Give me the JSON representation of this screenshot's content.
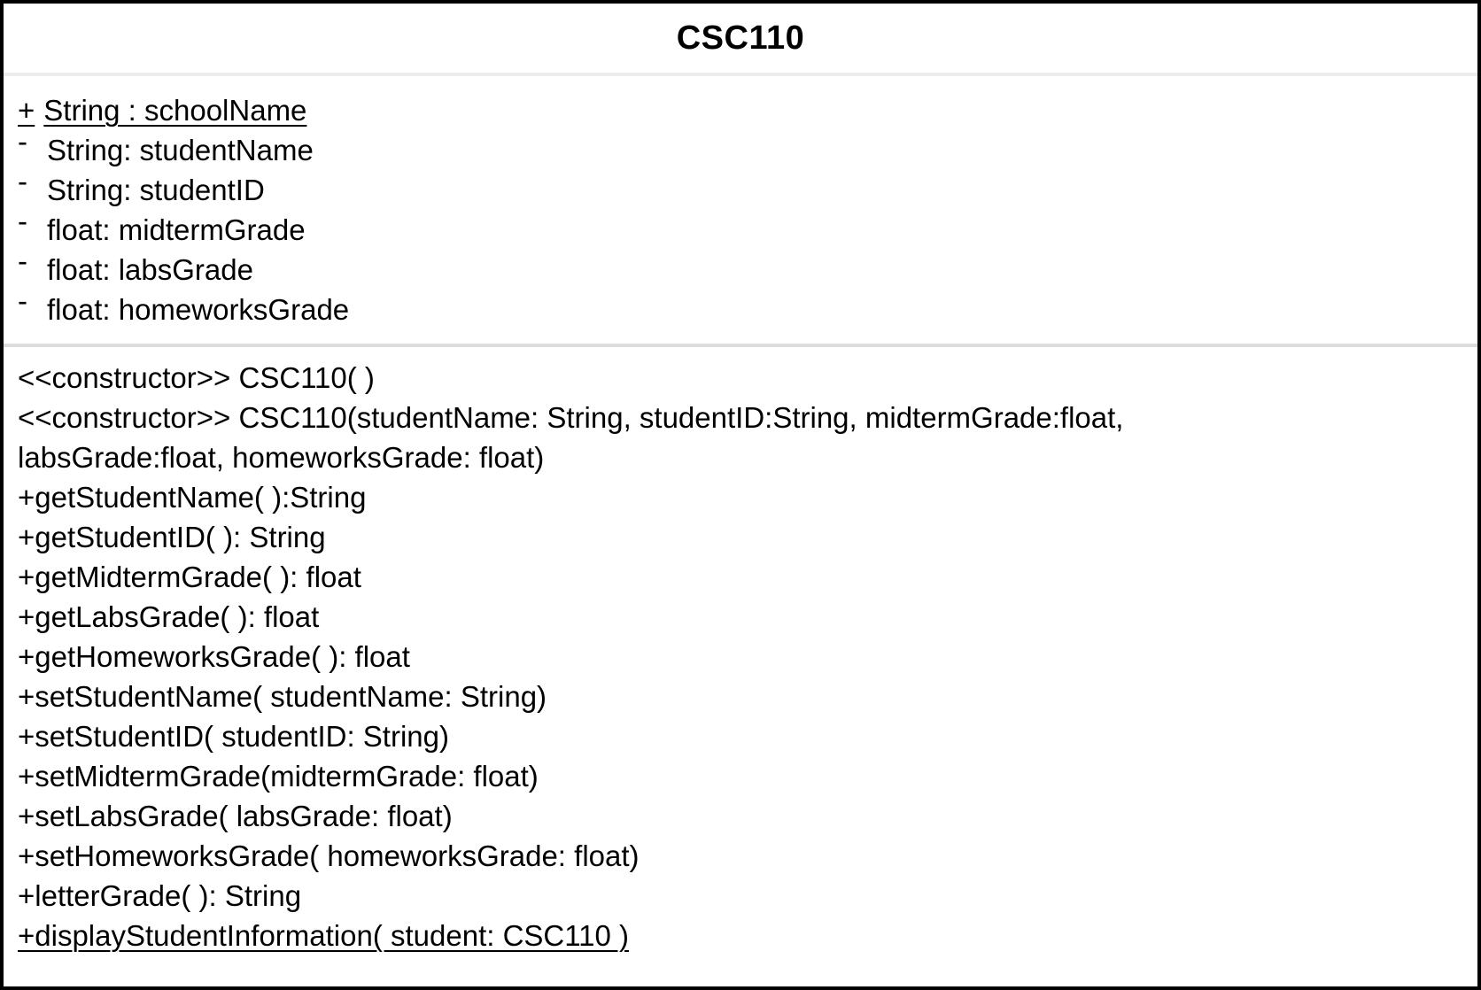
{
  "diagram": {
    "type": "uml-class",
    "title": "CSC110",
    "colors": {
      "border": "#000000",
      "text": "#000000",
      "background": "#ffffff",
      "divider_light": "#ededed",
      "divider_mid": "#dcdcdc"
    },
    "attributes": [
      {
        "marker": "+",
        "text": "String : schoolName",
        "underline": true
      },
      {
        "marker": "-",
        "text": "String: studentName",
        "underline": false
      },
      {
        "marker": "-",
        "text": "String: studentID",
        "underline": false
      },
      {
        "marker": "-",
        "text": "float: midtermGrade",
        "underline": false
      },
      {
        "marker": "-",
        "text": "float: labsGrade",
        "underline": false
      },
      {
        "marker": "-",
        "text": "float: homeworksGrade",
        "underline": false
      }
    ],
    "methods": [
      {
        "text": "<<constructor>> CSC110( )",
        "underline": false
      },
      {
        "text": "<<constructor>> CSC110(studentName: String, studentID:String, midtermGrade:float, labsGrade:float, homeworksGrade: float)",
        "underline": false
      },
      {
        "text": "+getStudentName( ):String",
        "underline": false
      },
      {
        "text": "+getStudentID( ): String",
        "underline": false
      },
      {
        "text": "+getMidtermGrade( ): float",
        "underline": false
      },
      {
        "text": "+getLabsGrade( ): float",
        "underline": false
      },
      {
        "text": "+getHomeworksGrade( ): float",
        "underline": false
      },
      {
        "text": "+setStudentName( studentName: String)",
        "underline": false
      },
      {
        "text": "+setStudentID( studentID: String)",
        "underline": false
      },
      {
        "text": "+setMidtermGrade(midtermGrade: float)",
        "underline": false
      },
      {
        "text": "+setLabsGrade( labsGrade: float)",
        "underline": false
      },
      {
        "text": "+setHomeworksGrade( homeworksGrade: float)",
        "underline": false
      },
      {
        "text": "+letterGrade( ): String",
        "underline": false
      },
      {
        "text": "+displayStudentInformation( student: CSC110 )",
        "underline": true
      }
    ]
  }
}
